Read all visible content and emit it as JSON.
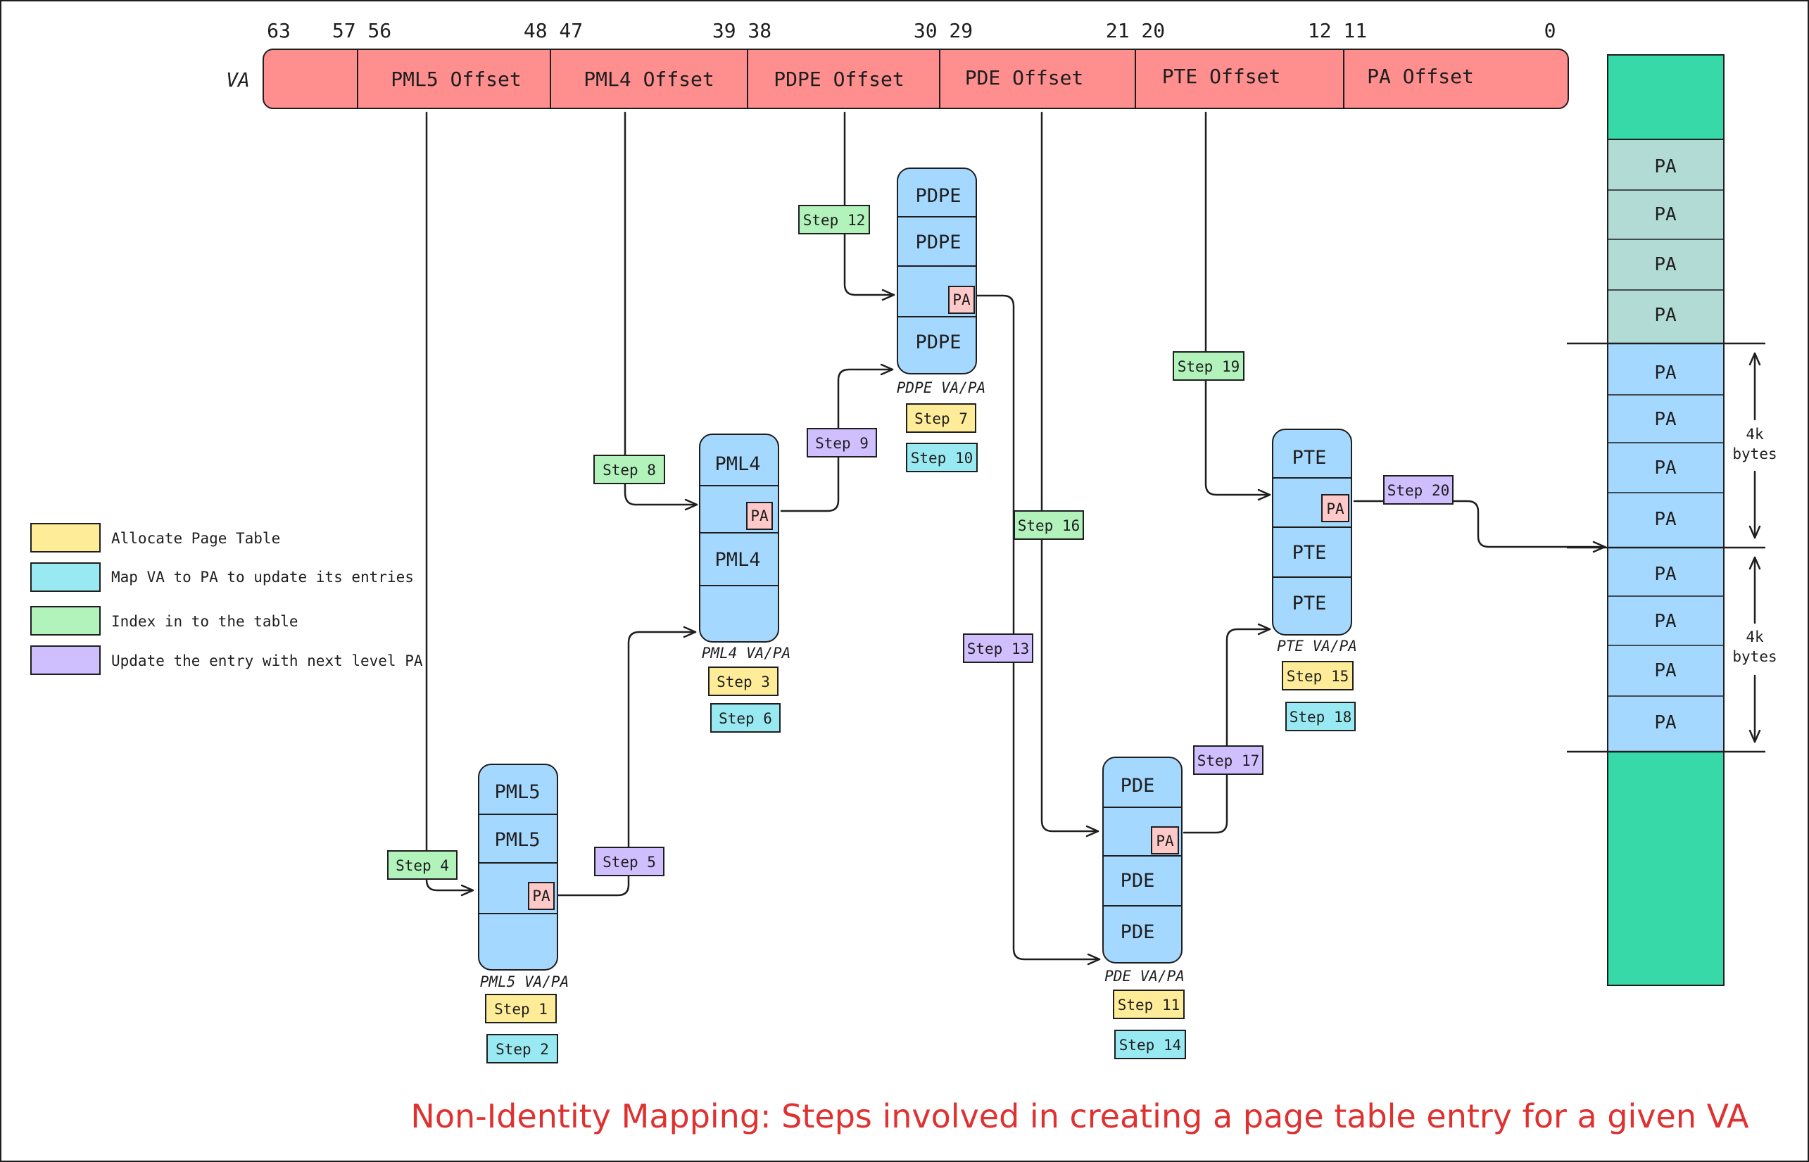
{
  "va_bar": {
    "label": "VA",
    "fields": [
      "PML5 Offset",
      "PML4 Offset",
      "PDPE Offset",
      "PDE Offset",
      "PTE Offset",
      "PA Offset"
    ],
    "bits": [
      "63",
      "57 56",
      "48 47",
      "39 38",
      "30 29",
      "21 20",
      "12 11",
      "0"
    ]
  },
  "tables": {
    "pml5": {
      "entries": [
        "PML5",
        "PML5",
        "",
        ""
      ],
      "pa_label": "PA",
      "caption": "PML5 VA/PA"
    },
    "pml4": {
      "entries": [
        "PML4",
        "",
        "PML4",
        ""
      ],
      "pa_label": "PA",
      "caption": "PML4 VA/PA"
    },
    "pdpe": {
      "entries": [
        "PDPE",
        "PDPE",
        "",
        "PDPE"
      ],
      "pa_label": "PA",
      "caption": "PDPE VA/PA"
    },
    "pde": {
      "entries": [
        "PDE",
        "",
        "PDE",
        "PDE"
      ],
      "pa_label": "PA",
      "caption": "PDE VA/PA"
    },
    "pte": {
      "entries": [
        "PTE",
        "",
        "PTE",
        "PTE"
      ],
      "pa_label": "PA",
      "caption": "PTE VA/PA"
    }
  },
  "steps": {
    "s1": "Step 1",
    "s2": "Step 2",
    "s3": "Step 3",
    "s4": "Step 4",
    "s5": "Step 5",
    "s6": "Step 6",
    "s7": "Step 7",
    "s8": "Step 8",
    "s9": "Step 9",
    "s10": "Step 10",
    "s11": "Step 11",
    "s12": "Step 12",
    "s13": "Step 13",
    "s14": "Step 14",
    "s15": "Step 15",
    "s16": "Step 16",
    "s17": "Step 17",
    "s18": "Step 18",
    "s19": "Step 19",
    "s20": "Step 20"
  },
  "legend": [
    {
      "label": "Allocate Page Table",
      "color": "#ffec99"
    },
    {
      "label": "Map VA to PA to update its entries",
      "color": "#99e9f2"
    },
    {
      "label": "Index in to the table",
      "color": "#b2f2bb"
    },
    {
      "label": "Update the entry with next level PA",
      "color": "#d0bfff"
    }
  ],
  "memory": {
    "pa_label": "PA",
    "block_note_1": "4k",
    "block_note_2": "bytes"
  },
  "colors": {
    "va_bar": "#ff8f8f",
    "table": "#a5d8ff",
    "pa_chip": "#ffc9c9",
    "memory_green": "#38d9a9",
    "memory_used": "#b2dbd5",
    "title": "#e03131"
  },
  "title": "Non-Identity Mapping: Steps involved in creating a page table entry for a given VA"
}
